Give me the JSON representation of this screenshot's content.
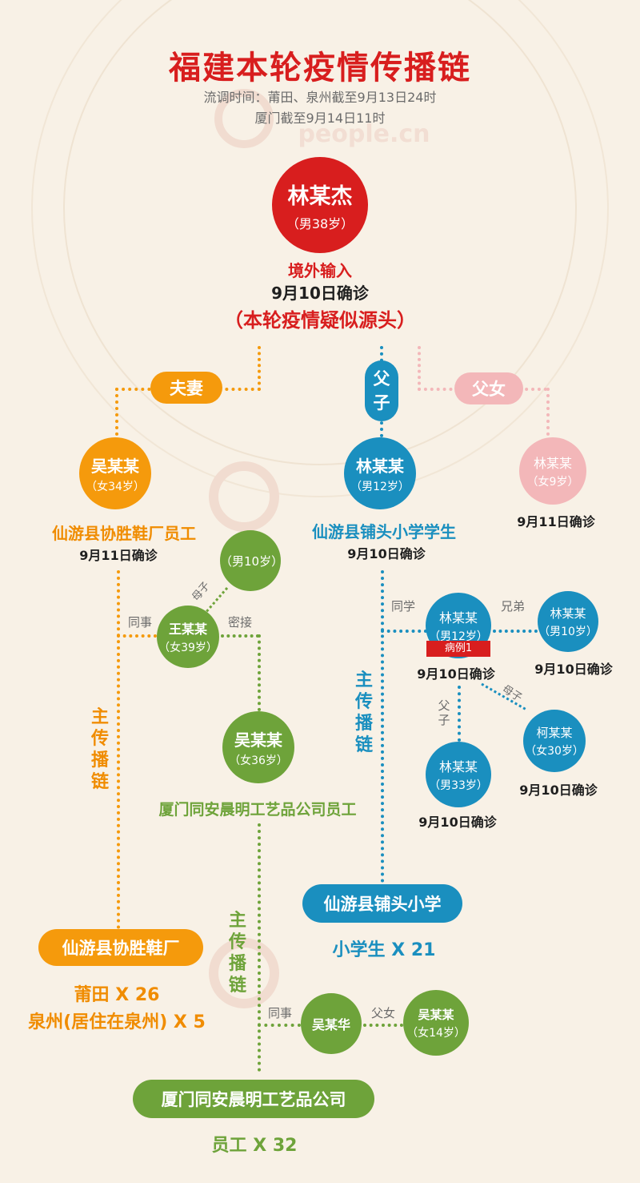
{
  "header": {
    "title": "福建本轮疫情传播链",
    "sub1": "流调时间：莆田、泉州截至9月13日24时",
    "sub2": "厦门截至9月14日11时",
    "watermark": "people.cn"
  },
  "source": {
    "name": "林某杰",
    "age": "（男38岁）",
    "type": "境外输入",
    "date": "9月10日确诊",
    "note": "（本轮疫情疑似源头）"
  },
  "rel": {
    "spouse": "夫妻",
    "father_son": "父子",
    "father_daughter": "父女",
    "mother_son": "母子",
    "colleague": "同事",
    "close_contact": "密接",
    "classmate": "同学",
    "brothers": "兄弟",
    "mother_son2": "母子",
    "father_son2": "父子",
    "colleague2": "同事",
    "father_daughter2": "父女"
  },
  "wife": {
    "name": "吴某某",
    "age": "（女34岁）",
    "org": "仙游县协胜鞋厂员工",
    "date": "9月11日确诊"
  },
  "son": {
    "name": "林某某",
    "age": "（男12岁）",
    "org": "仙游县铺头小学学生",
    "date": "9月10日确诊"
  },
  "daughter": {
    "name": "林某某",
    "age": "（女9岁）",
    "date": "9月11日确诊"
  },
  "boy10": {
    "age": "（男10岁）"
  },
  "wang": {
    "name": "王某某",
    "age": "（女39岁）"
  },
  "wu36": {
    "name": "吴某某",
    "age": "（女36岁）",
    "org": "厦门同安晨明工艺品公司员工"
  },
  "case1": {
    "name": "林某某",
    "age": "（男12岁）",
    "badge": "病例1",
    "date": "9月10日确诊"
  },
  "bro": {
    "name": "林某某",
    "age": "（男10岁）",
    "date": "9月10日确诊"
  },
  "ke": {
    "name": "柯某某",
    "age": "（女30岁）",
    "date": "9月10日确诊"
  },
  "lin33": {
    "name": "林某某",
    "age": "（男33岁）",
    "date": "9月10日确诊"
  },
  "main_chain": "主传播链",
  "shoe": {
    "name": "仙游县协胜鞋厂",
    "line1": "莆田 X 26",
    "line2": "泉州(居住在泉州) X 5"
  },
  "school": {
    "name": "仙游县铺头小学",
    "line1": "小学生 X 21"
  },
  "wuhua": {
    "name": "吴某华"
  },
  "wu14": {
    "name": "吴某某",
    "age": "（女14岁）"
  },
  "craft": {
    "name": "厦门同安晨明工艺品公司",
    "line1": "员工 X 32"
  },
  "colors": {
    "red": "#d81e1e",
    "orange": "#f59a0c",
    "blue": "#1a8fbf",
    "green": "#6ea33a",
    "pink": "#f3b7b9"
  }
}
